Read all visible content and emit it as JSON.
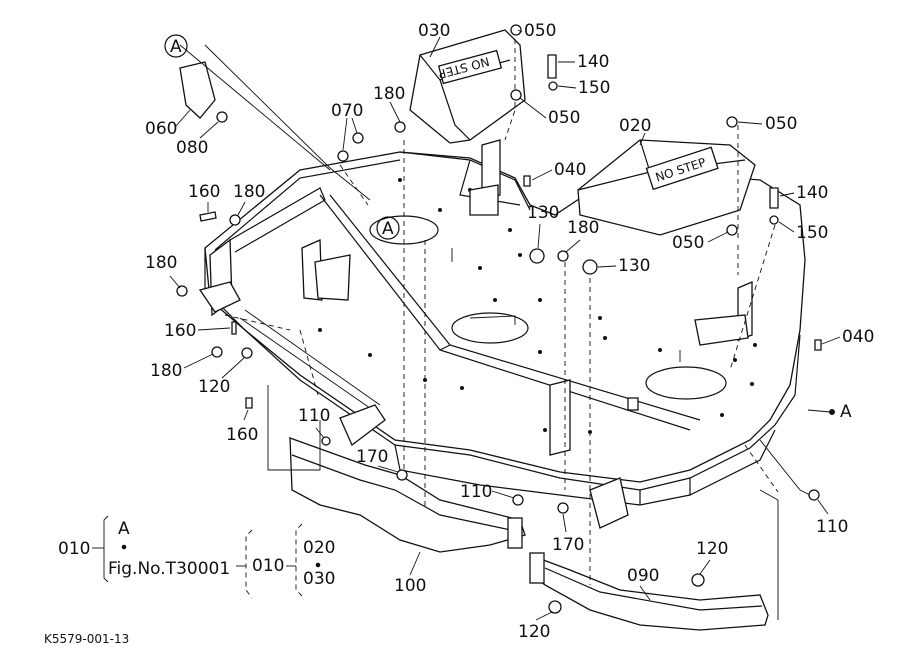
{
  "diagram": {
    "part_labels": {
      "p030": "030",
      "p050a": "050",
      "p140a": "140",
      "p150a": "150",
      "p050b": "050",
      "p070": "070",
      "p180a": "180",
      "p060": "060",
      "p080": "080",
      "p020": "020",
      "p050c": "050",
      "p040a": "040",
      "p140b": "140",
      "p150b": "150",
      "p050d": "050",
      "p160a": "160",
      "p180b": "180",
      "p180c": "180",
      "p130a": "130",
      "p180d": "180",
      "p130b": "130",
      "p040b": "040",
      "p160b": "160",
      "p180e": "180",
      "p120a": "120",
      "p160c": "160",
      "p110a": "110",
      "p170a": "170",
      "p110b": "110",
      "p170b": "170",
      "p120b": "120",
      "p090": "090",
      "p100": "100",
      "p120c": "120",
      "p110c": "110"
    },
    "markers": {
      "a_top": "A",
      "a_mid": "A",
      "a_right": "A"
    },
    "legend": {
      "root": "010",
      "ref_letter": "A",
      "fig_ref": "Fig.No.T30001",
      "sub": "010",
      "children": [
        "020",
        "030"
      ]
    },
    "drawing_id": "K5579-001-13"
  }
}
